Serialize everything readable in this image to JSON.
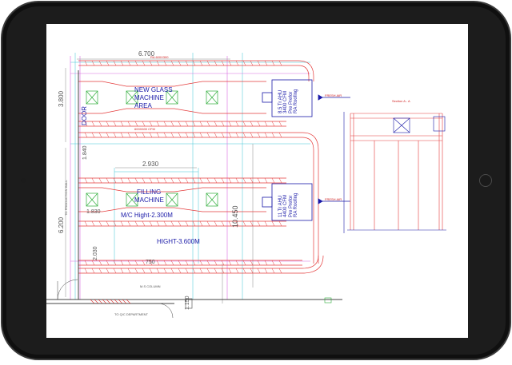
{
  "device": {
    "frame_color": "#101010",
    "bezel_color": "#1b1b1b",
    "screen_color": "#ffffff"
  },
  "colors": {
    "duct": "#e43b3b",
    "annotation": "#1a1aa8",
    "dimension": "#777777",
    "grid_cyan": "#3fc6d6",
    "grid_magenta": "#d86be0",
    "diffuser": "#2fae3a"
  },
  "drawing": {
    "dims": {
      "top_width": "6.700",
      "left_top": "3.800",
      "inner_width": "2.930",
      "left_mid_1": "1.840",
      "left_mid_2": "1.830",
      "left_bottom": "2.030",
      "left_total": "6.200",
      "right_total": "10.450",
      "bottom_1": "1.150",
      "bottom_2": "750"
    },
    "labels": {
      "area1_line1": "NEW GLASS",
      "area1_line2": "MACHINE",
      "area1_line3": "AREA",
      "door": "DOOR",
      "area2_line1": "FILLING",
      "area2_line2": "MACHINE",
      "mc_height": "M/C Hight-2.300M",
      "height": "HIGHT-3.600M",
      "to_production": "TO PRODUCTION HALL",
      "to_qc": "TO Q/C DEPARTMENT",
      "column": "M.S COLUMN",
      "section": "Section A - A",
      "ahu1_line1": "8.5 Tr AHU",
      "ahu1_line2": "3400 CFM",
      "ahu1_line3": "Pre Prefor",
      "ahu1_line4": "RA Roofing",
      "ahu2_line1": "11 Tr AHU",
      "ahu2_line2": "4400 CFM",
      "ahu2_line3": "Pre Prefor",
      "ahu2_line4": "RA Roofing",
      "fresh_air": "FRESH AIR",
      "return_air": "RA 600X300",
      "duct_tag": "600X600 CFM"
    }
  }
}
